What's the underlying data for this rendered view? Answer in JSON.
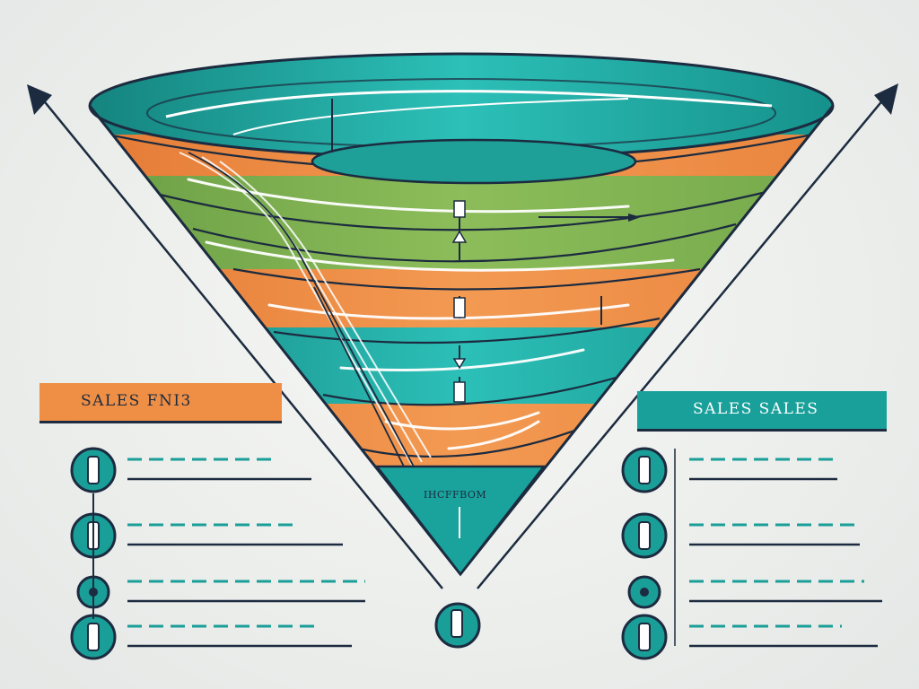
{
  "colors": {
    "teal": "#1a9e98",
    "teal_light": "#33c4bd",
    "teal_dark": "#12756f",
    "orange": "#ef8f45",
    "green": "#7fb04f",
    "navy": "#1c2b3f",
    "background": "#eef0ee"
  },
  "left_banner": {
    "text": "SALES FNI3"
  },
  "right_banner": {
    "text": "SALES SALES"
  },
  "funnel": {
    "tip_label": "IHCFFBOM",
    "bands": [
      "teal",
      "orange",
      "green",
      "orange",
      "teal",
      "orange",
      "teal"
    ]
  },
  "left_list": {
    "items": [
      {
        "icon": "info-icon"
      },
      {
        "icon": "info-icon"
      },
      {
        "icon": "dot-icon"
      },
      {
        "icon": "info-icon"
      }
    ]
  },
  "right_list": {
    "items": [
      {
        "icon": "info-icon"
      },
      {
        "icon": "info-icon"
      },
      {
        "icon": "dot-icon"
      },
      {
        "icon": "info-icon"
      }
    ]
  },
  "bottom_marker": {
    "icon": "info-icon"
  }
}
